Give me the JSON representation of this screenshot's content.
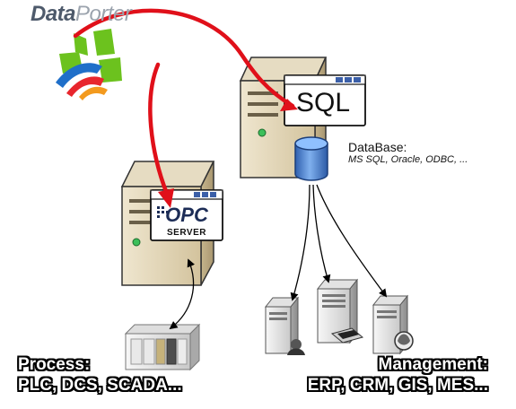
{
  "brand": {
    "part1": "Data",
    "part2": "Porter"
  },
  "sql_server": {
    "window_text": "SQL"
  },
  "database": {
    "title": "DataBase:",
    "subtitle": "MS SQL, Oracle, ODBC, ..."
  },
  "opc_server": {
    "logo_text": "OPC",
    "caption": "SERVER"
  },
  "process": {
    "line1": "Process:",
    "line2": "PLC, DCS, SCADA..."
  },
  "management": {
    "line1": "Management:",
    "line2": "ERP, CRM, GIS, MES..."
  },
  "colors": {
    "arrow_red": "#e0101a",
    "logo_green": "#6cc21e",
    "logo_red": "#e8262d",
    "logo_blue": "#1f6fc9",
    "cylinder_blue": "#4d86d6"
  }
}
